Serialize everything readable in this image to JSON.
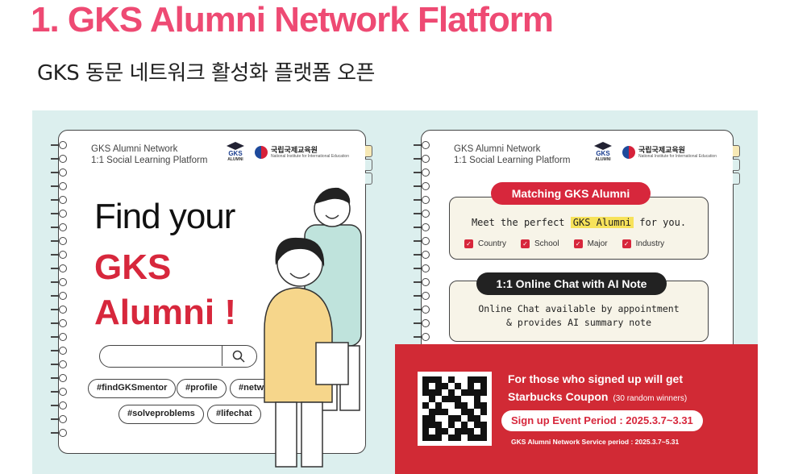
{
  "header": {
    "title": "1. GKS Alumni Network Flatform",
    "subtitle": "GKS 동문 네트워크 활성화 플랫폼 오픈"
  },
  "colors": {
    "title": "#ee4a73",
    "accent_red": "#d7273c",
    "panel_bg": "#dcefee",
    "promo_red": "#d12a35",
    "highlight": "#f7e25a"
  },
  "left_card": {
    "header_line1": "GKS Alumni Network",
    "header_line2": "1:1 Social Learning Platform",
    "logo_gks": "GKS",
    "logo_gks_sub": "ALUMNI",
    "logo_nii": "국립국제교육원",
    "logo_nii_sub": "National Institute for International Education",
    "find_text": "Find your",
    "gks_text": "GKS",
    "alumni_text": "Alumni !",
    "search_icon": "search-icon",
    "tags": [
      "#findGKSmentor",
      "#profile",
      "#network",
      "#solveproblems",
      "#lifechat"
    ]
  },
  "right_card": {
    "header_line1": "GKS Alumni Network",
    "header_line2": "1:1 Social Learning Platform",
    "logo_gks": "GKS",
    "logo_gks_sub": "ALUMNI",
    "logo_nii": "국립국제교육원",
    "logo_nii_sub": "National Institute for International Education",
    "matching_title": "Matching GKS Alumni",
    "meet_pre": "Meet the perfect",
    "meet_highlight": "GKS Alumni",
    "meet_post": "for you.",
    "filters": [
      "Country",
      "School",
      "Major",
      "Industry"
    ],
    "chat_title": "1:1 Online Chat with AI Note",
    "chat_line1": "Online Chat available by appointment",
    "chat_line2": "& provides AI summary note"
  },
  "promo": {
    "line1": "For those who signed up will get",
    "line2": "Starbucks Coupon",
    "line2_note": "(30 random winners)",
    "event_period": "Sign up Event Period : 2025.3.7~3.31",
    "service_period": "GKS Alumni Network Service period : 2025.3.7~5.31"
  }
}
